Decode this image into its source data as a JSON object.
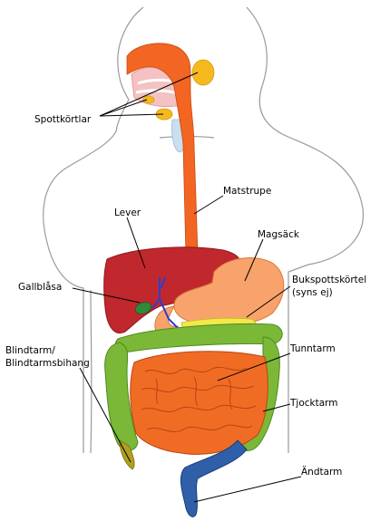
{
  "labels": {
    "salivary_glands": "Spottkörtlar",
    "esophagus": "Matstrupe",
    "liver": "Lever",
    "stomach": "Magsäck",
    "gallbladder": "Gallblåsa",
    "pancreas_line1": "Bukspottskörtel",
    "pancreas_line2": "(syns ej)",
    "appendix_line1": "Blindtarm/",
    "appendix_line2": "Blindtarmsbihang",
    "small_intestine": "Tunntarm",
    "large_intestine": "Tjocktarm",
    "rectum": "Ändtarm"
  },
  "colors": {
    "outline": "#9a9a9a",
    "esophagus": "#f26522",
    "salivary": "#f5b91e",
    "liver": "#c0282d",
    "stomach": "#f7a36b",
    "gallbladder": "#2f8a3a",
    "duct": "#2a3fd0",
    "pancreas": "#f3e94a",
    "small_intestine": "#f06c25",
    "large_intestine": "#7bb838",
    "rectum": "#2f5fa8"
  }
}
